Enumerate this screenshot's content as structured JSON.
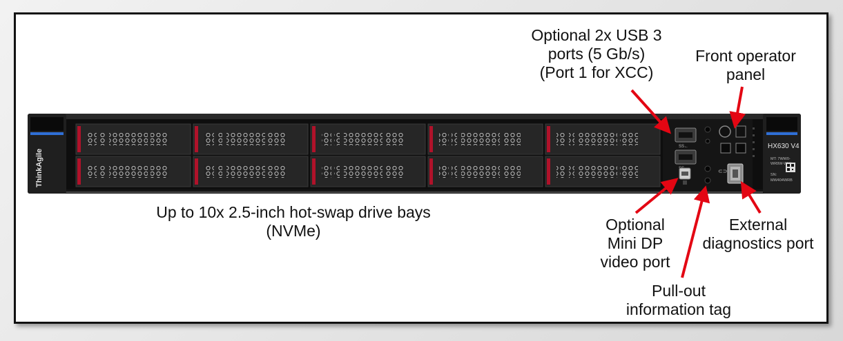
{
  "callouts": {
    "usb": [
      "Optional 2x USB 3",
      "ports (5 Gb/s)",
      "(Port 1 for XCC)"
    ],
    "operator_panel": [
      "Front operator",
      "panel"
    ],
    "drive_bays": [
      "Up to 10x 2.5-inch hot-swap drive bays",
      "(NVMe)"
    ],
    "mini_dp": [
      "Optional",
      "Mini DP",
      "video port"
    ],
    "external_diag": [
      "External",
      "diagnostics port"
    ],
    "info_tag": [
      "Pull-out",
      "information tag"
    ]
  },
  "server": {
    "brand": "ThinkAgile",
    "model": "HX630 V4",
    "mt_label": "MT: 7WW0-",
    "mt_label2": "WR9W-WW",
    "sn_label": "SN:",
    "sn_value": "MW404WRB",
    "usb_port_label": "SS←",
    "drive_bay_count": 10
  },
  "colors": {
    "arrow": "#e30613",
    "chassis": "#1b1b1b",
    "accent_blue": "#2f6fd6",
    "bay_latch_red": "#b0122a"
  }
}
